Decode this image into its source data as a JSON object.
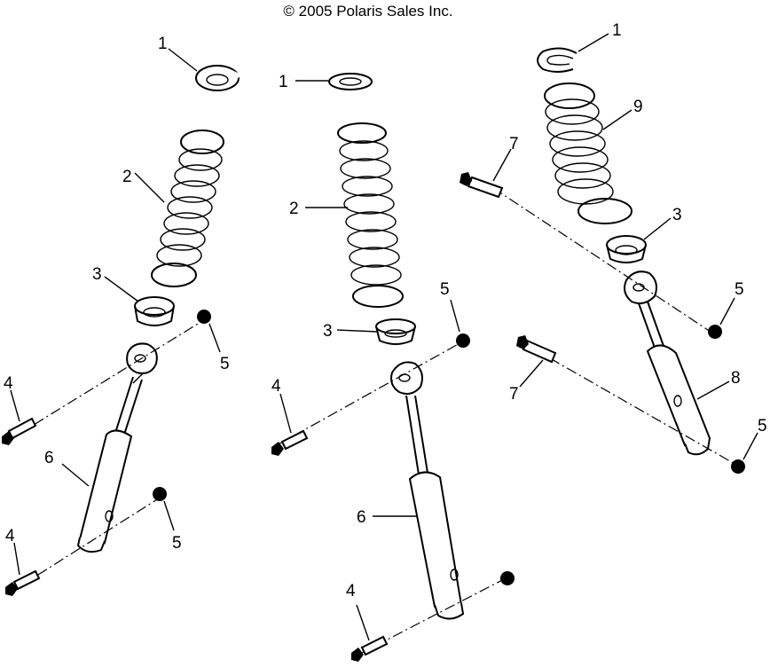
{
  "copyright": "© 2005 Polaris Sales Inc.",
  "callouts": {
    "left": {
      "c1": "1",
      "c2": "2",
      "c3": "3",
      "c4a": "4",
      "c5a": "5",
      "c6": "6",
      "c4b": "4",
      "c5b": "5"
    },
    "middle": {
      "c1": "1",
      "c2": "2",
      "c3": "3",
      "c5a": "5",
      "c4a": "4",
      "c6": "6",
      "c4b": "4"
    },
    "right": {
      "c1": "1",
      "c9": "9",
      "c7a": "7",
      "c3": "3",
      "c5a": "5",
      "c7b": "7",
      "c8": "8",
      "c5b": "5"
    }
  }
}
